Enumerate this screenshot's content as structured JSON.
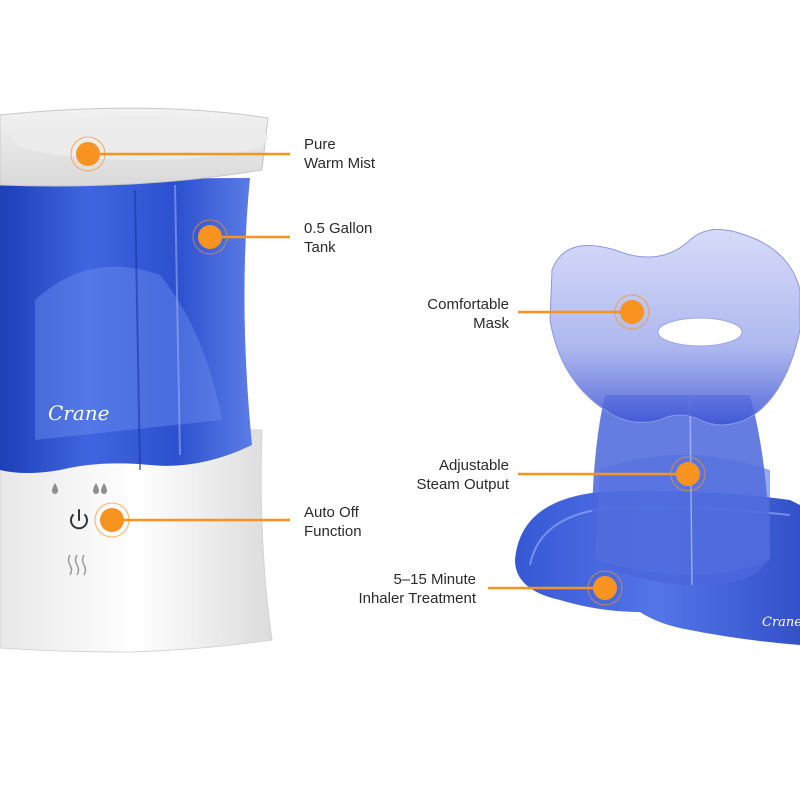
{
  "colors": {
    "accent": "#f7931e",
    "tank_blue": "#2f55d4",
    "body_white": "#f7f7f7",
    "text": "#2b2b2b"
  },
  "humidifier": {
    "brand": "Crane",
    "icons": [
      "water-drop-icon",
      "double-water-drop-icon",
      "power-icon",
      "steam-icon"
    ]
  },
  "inhaler": {
    "brand": "Crane"
  },
  "callouts": [
    {
      "id": "warm-mist",
      "line1": "Pure",
      "line2": "Warm Mist"
    },
    {
      "id": "tank",
      "line1": "0.5 Gallon",
      "line2": "Tank"
    },
    {
      "id": "auto-off",
      "line1": "Auto Off",
      "line2": "Function"
    },
    {
      "id": "mask",
      "line1": "Comfortable",
      "line2": "Mask"
    },
    {
      "id": "steam",
      "line1": "Adjustable",
      "line2": "Steam Output"
    },
    {
      "id": "treatment",
      "line1": "5–15 Minute",
      "line2": "Inhaler Treatment"
    }
  ]
}
